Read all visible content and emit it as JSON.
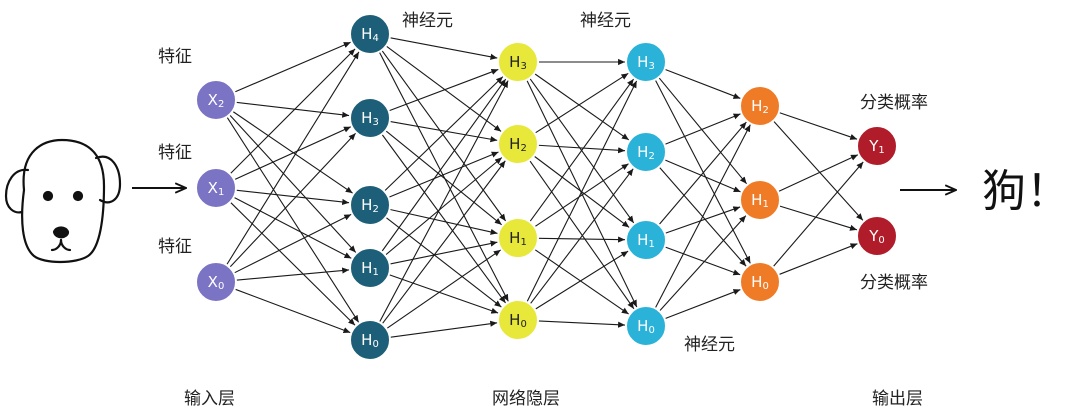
{
  "layers": [
    {
      "id": "input",
      "color": "#7b73c3",
      "textDark": false,
      "nodes": [
        {
          "label": "X",
          "sub": "2"
        },
        {
          "label": "X",
          "sub": "1"
        },
        {
          "label": "X",
          "sub": "0"
        }
      ]
    },
    {
      "id": "hidden1",
      "color": "#1d5f78",
      "textDark": false,
      "nodes": [
        {
          "label": "H",
          "sub": "4"
        },
        {
          "label": "H",
          "sub": "3"
        },
        {
          "label": "H",
          "sub": "2"
        },
        {
          "label": "H",
          "sub": "1"
        },
        {
          "label": "H",
          "sub": "0"
        }
      ]
    },
    {
      "id": "hidden2",
      "color": "#e7e83a",
      "textDark": true,
      "nodes": [
        {
          "label": "H",
          "sub": "3"
        },
        {
          "label": "H",
          "sub": "2"
        },
        {
          "label": "H",
          "sub": "1"
        },
        {
          "label": "H",
          "sub": "0"
        }
      ]
    },
    {
      "id": "hidden3",
      "color": "#2ab2d8",
      "textDark": false,
      "nodes": [
        {
          "label": "H",
          "sub": "3"
        },
        {
          "label": "H",
          "sub": "2"
        },
        {
          "label": "H",
          "sub": "1"
        },
        {
          "label": "H",
          "sub": "0"
        }
      ]
    },
    {
      "id": "hidden4",
      "color": "#f07b27",
      "textDark": false,
      "nodes": [
        {
          "label": "H",
          "sub": "2"
        },
        {
          "label": "H",
          "sub": "1"
        },
        {
          "label": "H",
          "sub": "0"
        }
      ]
    },
    {
      "id": "output",
      "color": "#b01c2a",
      "textDark": false,
      "nodes": [
        {
          "label": "Y",
          "sub": "1"
        },
        {
          "label": "Y",
          "sub": "0"
        }
      ]
    }
  ],
  "labels": {
    "feature_top": "特征",
    "feature_mid": "特征",
    "feature_bot": "特征",
    "neuron_1": "神经元",
    "neuron_2": "神经元",
    "neuron_3": "神经元",
    "prob_top": "分类概率",
    "prob_bot": "分类概率",
    "input_layer": "输入层",
    "hidden_layers": "网络隐层",
    "output_layer": "输出层",
    "result": "狗！"
  }
}
